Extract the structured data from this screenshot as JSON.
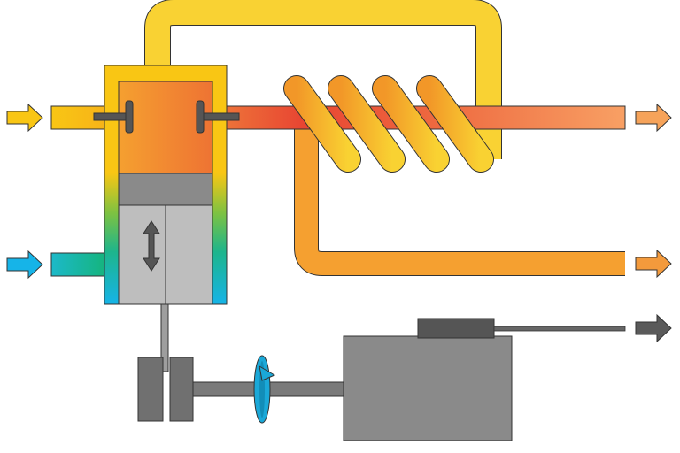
{
  "diagram": {
    "colors": {
      "fuel_air": "#F9C614",
      "cooling_water": "#16B4E8",
      "hot_exhaust": "#E84532",
      "warm_exhaust": "#F8A064",
      "heated_water": "#F5A030",
      "combustion": "#EE7A3A",
      "machine_gray": "#8A8A8A",
      "piston_gray": "#BEBEBE",
      "arrow_dark": "#5A5A5A",
      "outline": "#333333"
    },
    "icons": {
      "input_arrow_top": "arrow-right",
      "input_arrow_middle": "arrow-right",
      "output_arrow_top": "arrow-right",
      "output_arrow_middle": "arrow-right",
      "output_arrow_bottom": "arrow-right",
      "piston_motion": "double-arrow-vertical",
      "shaft_rotation": "rotation-arrow"
    }
  }
}
